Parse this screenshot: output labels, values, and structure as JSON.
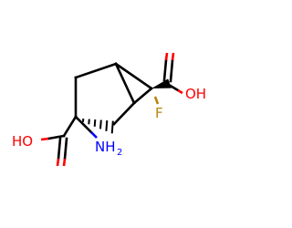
{
  "molecule": {
    "labels": {
      "hydroxyl_right": "OH",
      "fluorine": "F",
      "hydroxyl_left": "HO",
      "amine": "NH",
      "amine_subscript": "2"
    },
    "colors": {
      "bond": "#000000",
      "oxygen": "#ff0000",
      "fluorine": "#b8860b",
      "nitrogen": "#0000ff"
    }
  }
}
